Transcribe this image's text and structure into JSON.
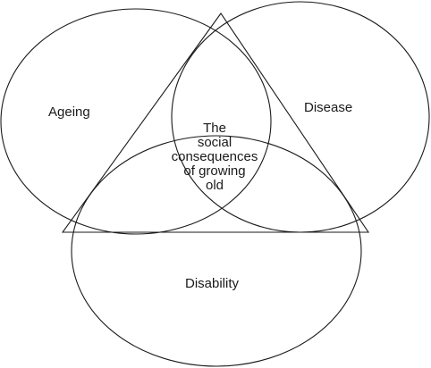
{
  "labels": {
    "ageing": "Ageing",
    "disease": "Disease",
    "disability": "Disability",
    "center_lines": [
      "The",
      "social",
      "consequences",
      "of growing",
      "old"
    ]
  }
}
